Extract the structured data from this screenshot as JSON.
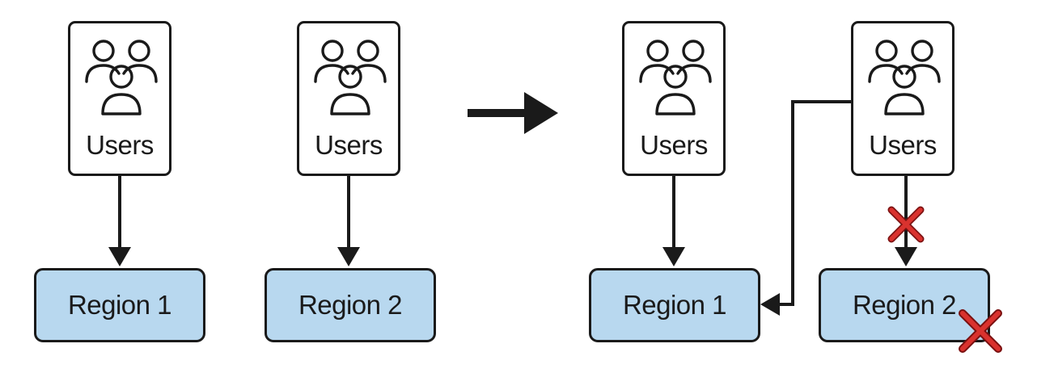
{
  "users_label": "Users",
  "regions": {
    "left_region_1": "Region 1",
    "left_region_2": "Region 2",
    "right_region_1": "Region 1",
    "right_region_2": "Region 2"
  },
  "icons": {
    "users": "users-group-icon",
    "transition_arrow": "arrow-right-icon",
    "failure_mark": "red-x-icon"
  },
  "colors": {
    "region_fill": "#b8d8ef",
    "stroke": "#1a1a1a",
    "failure": "#d9322e",
    "failure_outline": "#7a1010"
  }
}
